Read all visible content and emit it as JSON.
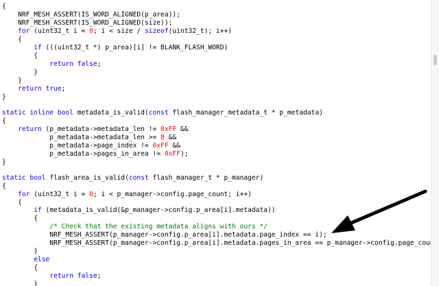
{
  "code": {
    "lines": [
      [
        {
          "t": "{"
        }
      ],
      [
        {
          "t": "    NRF_MESH_ASSERT(IS_WORD_ALIGNED(p_area));"
        }
      ],
      [
        {
          "t": "    NRF_MESH_ASSERT(IS_WORD_ALIGNED(size));"
        }
      ],
      [
        {
          "t": "    "
        },
        {
          "t": "for",
          "k": "kw"
        },
        {
          "t": " (uint32_t i = "
        },
        {
          "t": "0",
          "k": "num"
        },
        {
          "t": "; i < size / "
        },
        {
          "t": "sizeof",
          "k": "kw"
        },
        {
          "t": "(uint32_t); i++)"
        }
      ],
      [
        {
          "t": "    {"
        }
      ],
      [
        {
          "t": "        "
        },
        {
          "t": "if",
          "k": "kw"
        },
        {
          "t": " (((uint32_t *) p_area)[i] != BLANK_FLASH_WORD)"
        }
      ],
      [
        {
          "t": "        {"
        }
      ],
      [
        {
          "t": "            "
        },
        {
          "t": "return false",
          "k": "kw"
        },
        {
          "t": ";"
        }
      ],
      [
        {
          "t": "        }"
        }
      ],
      [
        {
          "t": "    }"
        }
      ],
      [
        {
          "t": "    "
        },
        {
          "t": "return true",
          "k": "kw"
        },
        {
          "t": ";"
        }
      ],
      [
        {
          "t": "}"
        }
      ],
      [
        {
          "t": ""
        }
      ],
      [
        {
          "t": "static inline bool",
          "k": "kw"
        },
        {
          "t": " metadata_is_valid("
        },
        {
          "t": "const",
          "k": "kw"
        },
        {
          "t": " flash_manager_metadata_t * p_metadata)"
        }
      ],
      [
        {
          "t": "{"
        }
      ],
      [
        {
          "t": "    "
        },
        {
          "t": "return",
          "k": "kw"
        },
        {
          "t": " (p_metadata->metadata_len != "
        },
        {
          "t": "0xFF",
          "k": "num"
        },
        {
          "t": " &&"
        }
      ],
      [
        {
          "t": "            p_metadata->metadata_len >= "
        },
        {
          "t": "8",
          "k": "num"
        },
        {
          "t": " &&"
        }
      ],
      [
        {
          "t": "            p_metadata->page_index != "
        },
        {
          "t": "0xFF",
          "k": "num"
        },
        {
          "t": " &&"
        }
      ],
      [
        {
          "t": "            p_metadata->pages_in_area != "
        },
        {
          "t": "0xFF",
          "k": "num"
        },
        {
          "t": ");"
        }
      ],
      [
        {
          "t": "}"
        }
      ],
      [
        {
          "t": ""
        }
      ],
      [
        {
          "t": "static bool",
          "k": "kw"
        },
        {
          "t": " flash_area_is_valid("
        },
        {
          "t": "const",
          "k": "kw"
        },
        {
          "t": " flash_manager_t * p_manager)"
        }
      ],
      [
        {
          "t": "{"
        }
      ],
      [
        {
          "t": "    "
        },
        {
          "t": "for",
          "k": "kw"
        },
        {
          "t": " (uint32_t i = "
        },
        {
          "t": "0",
          "k": "num"
        },
        {
          "t": "; i < p_manager->config.page_count; i++)"
        }
      ],
      [
        {
          "t": "    {"
        }
      ],
      [
        {
          "t": "        "
        },
        {
          "t": "if",
          "k": "kw"
        },
        {
          "t": " (metadata_is_valid(&p_manager->config.p_area[i].metadata))"
        }
      ],
      [
        {
          "t": "        {"
        }
      ],
      [
        {
          "t": "            "
        },
        {
          "t": "/* Check that the existing metadata aligns with ours */",
          "k": "cm"
        }
      ],
      [
        {
          "t": "            NRF_MESH_ASSERT(p_manager->config.p_area[i].metadata.page_index == i);"
        }
      ],
      [
        {
          "t": "            NRF_MESH_ASSERT(p_manager->config.p_area[i].metadata.pages_in_area == p_manager->config.page_count);"
        }
      ],
      [
        {
          "t": "        }"
        }
      ],
      [
        {
          "t": "        "
        },
        {
          "t": "else",
          "k": "kw"
        }
      ],
      [
        {
          "t": "        {"
        }
      ],
      [
        {
          "t": "            "
        },
        {
          "t": "return false",
          "k": "kw"
        },
        {
          "t": ";"
        }
      ],
      [
        {
          "t": "        }"
        }
      ]
    ]
  },
  "colors": {
    "keyword": "#0000ff",
    "number": "#ff0000",
    "comment": "#008000",
    "text": "#000000",
    "arrow": "#000000"
  },
  "annotation": {
    "icon": "arrow-icon"
  }
}
